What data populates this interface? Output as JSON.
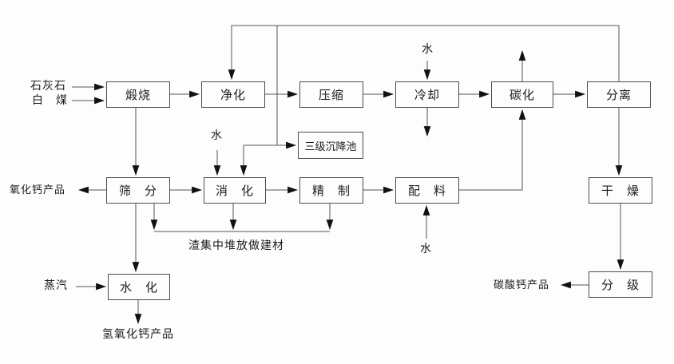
{
  "flowchart": {
    "nodes": {
      "calcination": "煅烧",
      "purification": "净化",
      "compression": "压缩",
      "cooling": "冷却",
      "carbonization": "碳化",
      "separation": "分离",
      "settling_pool": "三级沉降池",
      "sieving": "筛　分",
      "digestion": "消　化",
      "refining": "精　制",
      "batching": "配　料",
      "drying": "干　燥",
      "hydration": "水　化",
      "classification": "分　级"
    },
    "inputs": {
      "limestone": "石灰石",
      "white_coal": "白　煤",
      "steam": "蒸汽",
      "water_cooling": "水",
      "water_digestion": "水",
      "water_batching": "水"
    },
    "outputs": {
      "calcium_oxide_product": "氧化钙产品",
      "calcium_hydroxide_product": "氢氧化钙产品",
      "calcium_carbonate_product": "碳酸钙产品"
    },
    "notes": {
      "slag_note": "渣集中堆放做建材"
    }
  }
}
